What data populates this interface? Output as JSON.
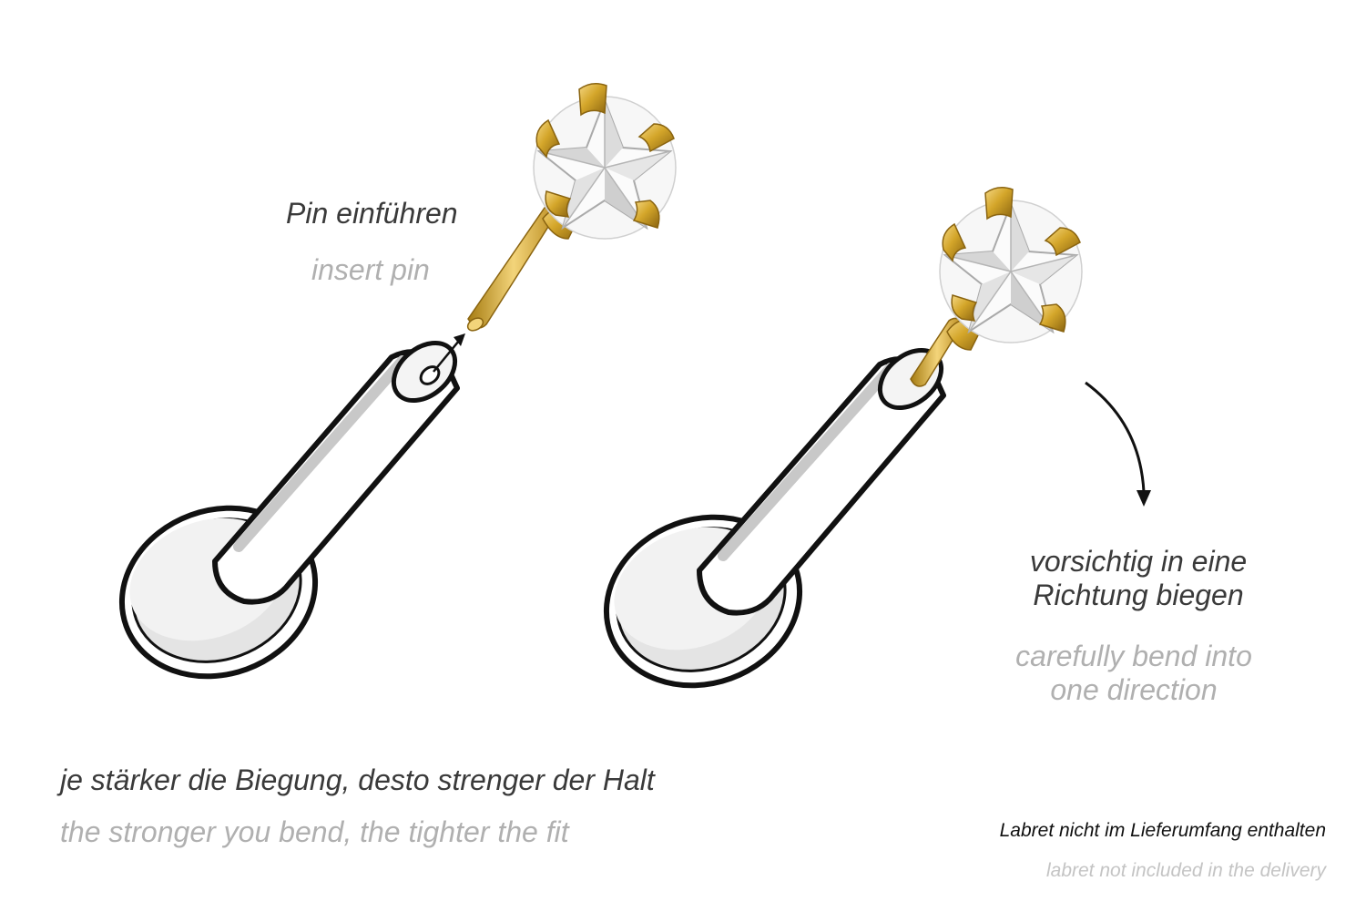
{
  "labels": {
    "insert_pin_de": "Pin einführen",
    "insert_pin_en": "insert pin",
    "bend_de": "vorsichtig in eine Richtung biegen",
    "bend_en": "carefully bend into one direction",
    "strength_de": "je stärker die Biegung, desto strenger der Halt",
    "strength_en": "the stronger you bend, the tighter the fit",
    "delivery_de": "Labret nicht im Lieferumfang enthalten",
    "delivery_en": "labret not included in the delivery"
  },
  "colors": {
    "outline": "#111111",
    "disc_fill": "#ebebeb",
    "gold": "#d4a62a",
    "gold_dark": "#a67c12",
    "crystal": "#f3f3f3",
    "crystal_shade": "#c9c9c9",
    "german_text": "#3a3a3a",
    "english_text": "#b0b0b0"
  },
  "icons": {
    "insert_arrow": "arrow-up-right-icon",
    "bend_arrow": "curved-arrow-down-icon"
  }
}
